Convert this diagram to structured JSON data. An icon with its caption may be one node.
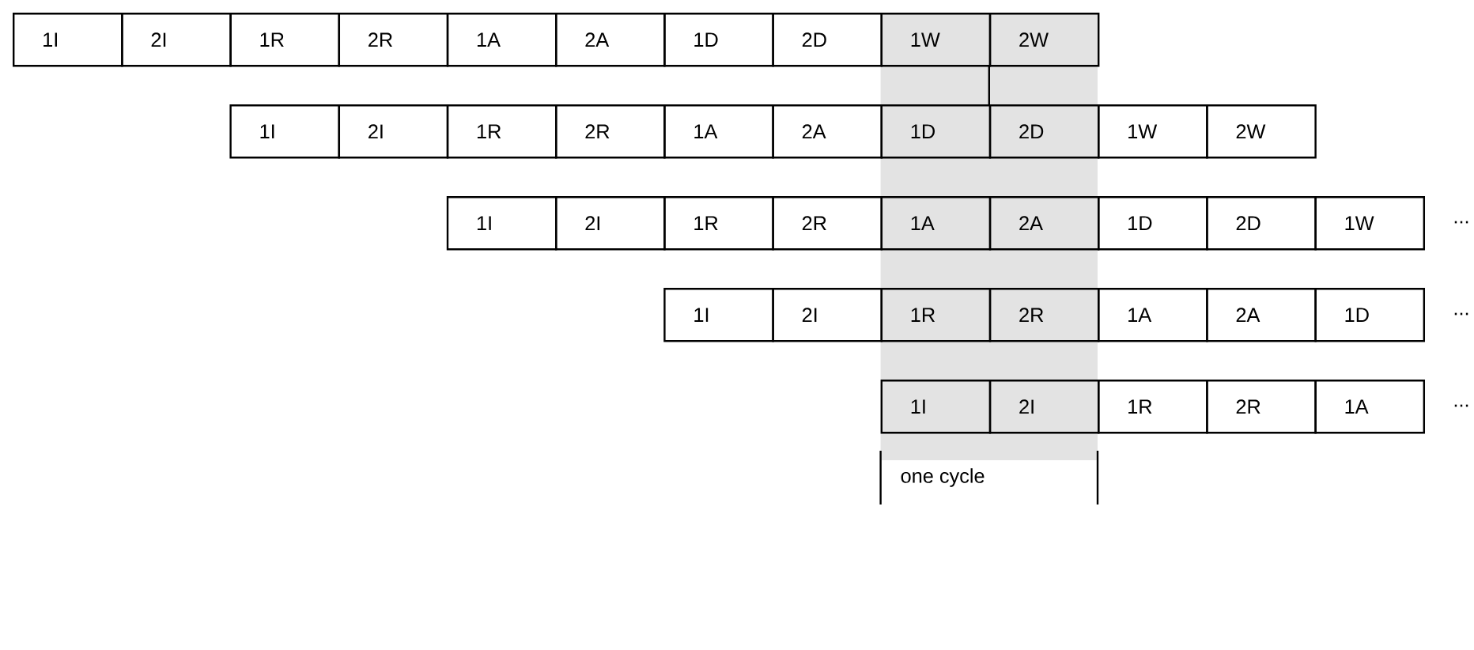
{
  "diagram": {
    "nodes": [
      {
        "text": [
          "1I"
        ]
      },
      {
        "text": [
          "2I"
        ]
      },
      {
        "text": [
          "1R"
        ]
      },
      {
        "text": [
          "2R"
        ]
      },
      {
        "text": [
          "1A"
        ]
      },
      {
        "text": [
          "2A"
        ]
      },
      {
        "text": [
          "1D"
        ]
      },
      {
        "text": [
          "2D"
        ]
      },
      {
        "text": [
          "1W"
        ]
      },
      {
        "text": [
          "2W"
        ]
      },
      {
        "text": [
          "1I"
        ]
      },
      {
        "text": [
          "2I"
        ]
      },
      {
        "text": [
          "1R"
        ]
      },
      {
        "text": [
          "2R"
        ]
      },
      {
        "text": [
          "1A"
        ]
      },
      {
        "text": [
          "2A"
        ]
      },
      {
        "text": [
          "1D"
        ]
      },
      {
        "text": [
          "2D"
        ]
      },
      {
        "text": [
          "1W"
        ]
      },
      {
        "text": [
          "2W"
        ]
      },
      {
        "text": [
          "1I"
        ]
      },
      {
        "text": [
          "2I"
        ]
      },
      {
        "text": [
          "1R"
        ]
      },
      {
        "text": [
          "2R"
        ]
      },
      {
        "text": [
          "1A"
        ]
      },
      {
        "text": [
          "2A"
        ]
      },
      {
        "text": [
          "1D"
        ]
      },
      {
        "text": [
          "2D"
        ]
      },
      {
        "text": [
          "1W"
        ]
      },
      {
        "text": [
          "1I"
        ]
      },
      {
        "text": [
          "2I"
        ]
      },
      {
        "text": [
          "1R"
        ]
      },
      {
        "text": [
          "2R"
        ]
      },
      {
        "text": [
          "1A"
        ]
      },
      {
        "text": [
          "2A"
        ]
      },
      {
        "text": [
          "1D"
        ]
      },
      {
        "text": [
          "1I"
        ]
      },
      {
        "text": [
          "2I"
        ]
      },
      {
        "text": [
          "1R"
        ]
      },
      {
        "text": [
          "2R"
        ]
      },
      {
        "text": [
          "1A"
        ]
      }
    ],
    "labels": [
      "...",
      "...",
      "...",
      "one cycle"
    ]
  }
}
